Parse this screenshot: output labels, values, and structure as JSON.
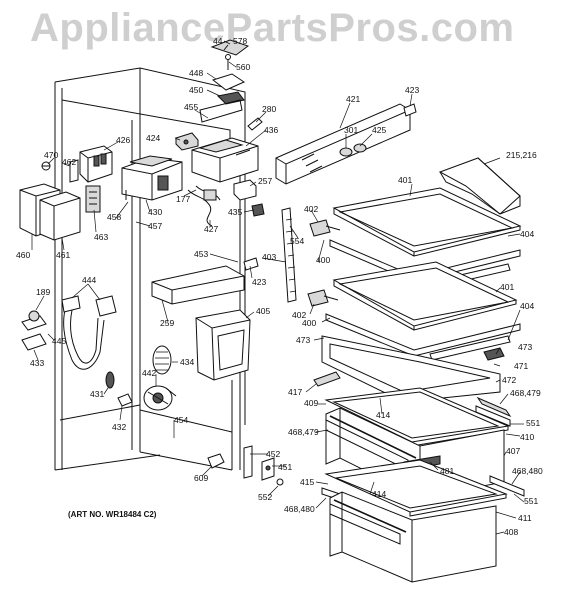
{
  "watermark": "AppliancePartsPros.com",
  "art_number": "(ART NO. WR18484 C2)",
  "callouts": [
    {
      "id": "c-44",
      "text": "44"
    },
    {
      "id": "c-578",
      "text": "578"
    },
    {
      "id": "c-560",
      "text": "560"
    },
    {
      "id": "c-448",
      "text": "448"
    },
    {
      "id": "c-450",
      "text": "450"
    },
    {
      "id": "c-455",
      "text": "455"
    },
    {
      "id": "c-280",
      "text": "280"
    },
    {
      "id": "c-421",
      "text": "421"
    },
    {
      "id": "c-423a",
      "text": "423"
    },
    {
      "id": "c-301",
      "text": "301"
    },
    {
      "id": "c-425",
      "text": "425"
    },
    {
      "id": "c-436",
      "text": "436"
    },
    {
      "id": "c-424",
      "text": "424"
    },
    {
      "id": "c-426",
      "text": "426"
    },
    {
      "id": "c-470",
      "text": "470"
    },
    {
      "id": "c-462",
      "text": "462"
    },
    {
      "id": "c-215",
      "text": "215,216"
    },
    {
      "id": "c-401a",
      "text": "401"
    },
    {
      "id": "c-257",
      "text": "257"
    },
    {
      "id": "c-177",
      "text": "177"
    },
    {
      "id": "c-430",
      "text": "430"
    },
    {
      "id": "c-458",
      "text": "458"
    },
    {
      "id": "c-457",
      "text": "457"
    },
    {
      "id": "c-463",
      "text": "463"
    },
    {
      "id": "c-427",
      "text": "427"
    },
    {
      "id": "c-435",
      "text": "435"
    },
    {
      "id": "c-402a",
      "text": "402"
    },
    {
      "id": "c-554",
      "text": "554"
    },
    {
      "id": "c-404a",
      "text": "404"
    },
    {
      "id": "c-460",
      "text": "460"
    },
    {
      "id": "c-461",
      "text": "461"
    },
    {
      "id": "c-453",
      "text": "453"
    },
    {
      "id": "c-403",
      "text": "403"
    },
    {
      "id": "c-400a",
      "text": "400"
    },
    {
      "id": "c-423b",
      "text": "423"
    },
    {
      "id": "c-444",
      "text": "444"
    },
    {
      "id": "c-189",
      "text": "189"
    },
    {
      "id": "c-401b",
      "text": "401"
    },
    {
      "id": "c-402b",
      "text": "402"
    },
    {
      "id": "c-404b",
      "text": "404"
    },
    {
      "id": "c-259",
      "text": "259"
    },
    {
      "id": "c-405",
      "text": "405"
    },
    {
      "id": "c-400b",
      "text": "400"
    },
    {
      "id": "c-445",
      "text": "445"
    },
    {
      "id": "c-473a",
      "text": "473"
    },
    {
      "id": "c-473b",
      "text": "473"
    },
    {
      "id": "c-433",
      "text": "433"
    },
    {
      "id": "c-434",
      "text": "434"
    },
    {
      "id": "c-471",
      "text": "471"
    },
    {
      "id": "c-442",
      "text": "442"
    },
    {
      "id": "c-472",
      "text": "472"
    },
    {
      "id": "c-417",
      "text": "417"
    },
    {
      "id": "c-431",
      "text": "431"
    },
    {
      "id": "c-468a",
      "text": "468,479"
    },
    {
      "id": "c-409",
      "text": "409"
    },
    {
      "id": "c-432",
      "text": "432"
    },
    {
      "id": "c-414a",
      "text": "414"
    },
    {
      "id": "c-454",
      "text": "454"
    },
    {
      "id": "c-551a",
      "text": "551"
    },
    {
      "id": "c-468b",
      "text": "468,479"
    },
    {
      "id": "c-410",
      "text": "410"
    },
    {
      "id": "c-452",
      "text": "452"
    },
    {
      "id": "c-407",
      "text": "407"
    },
    {
      "id": "c-451",
      "text": "451"
    },
    {
      "id": "c-609",
      "text": "609"
    },
    {
      "id": "c-481",
      "text": "481"
    },
    {
      "id": "c-468c",
      "text": "468,480"
    },
    {
      "id": "c-415",
      "text": "415"
    },
    {
      "id": "c-552",
      "text": "552"
    },
    {
      "id": "c-414b",
      "text": "414"
    },
    {
      "id": "c-551b",
      "text": "551"
    },
    {
      "id": "c-468d",
      "text": "468,480"
    },
    {
      "id": "c-411",
      "text": "411"
    },
    {
      "id": "c-408",
      "text": "408"
    }
  ]
}
